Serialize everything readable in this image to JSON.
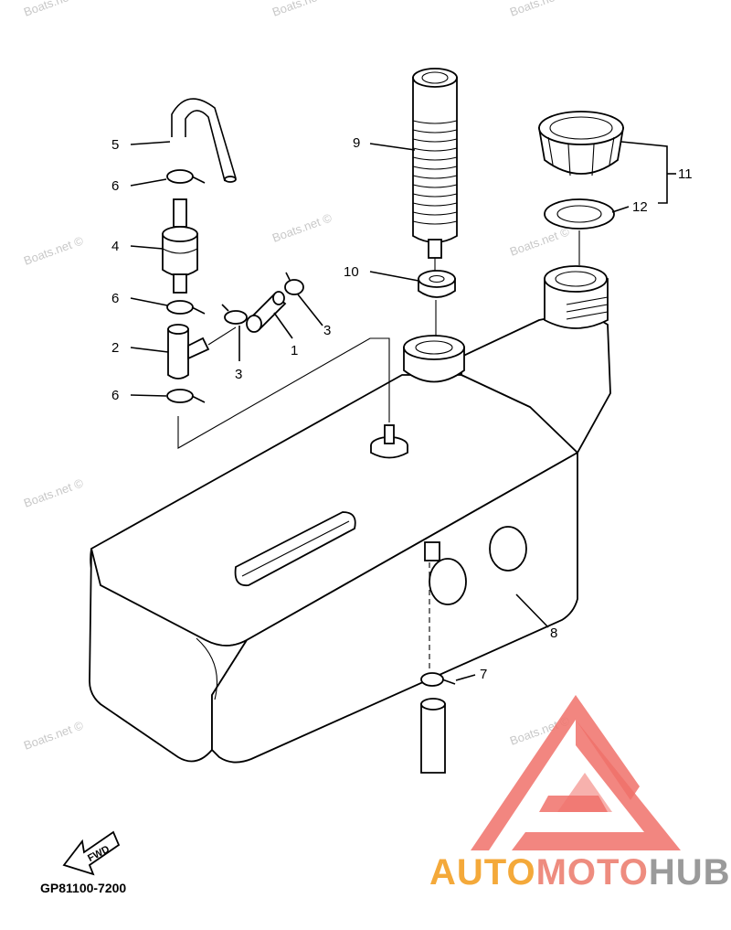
{
  "diagram": {
    "callouts": {
      "c1": "1",
      "c2": "2",
      "c3a": "3",
      "c3b": "3",
      "c4": "4",
      "c5": "5",
      "c6a": "6",
      "c6b": "6",
      "c6c": "6",
      "c7": "7",
      "c8": "8",
      "c9": "9",
      "c10": "10",
      "c11": "11",
      "c12": "12"
    },
    "fwd_label": "FWD",
    "part_code": "GP81100-7200",
    "watermark": "Boats.net ©"
  },
  "brand": {
    "part1": "AUTO",
    "part2": "MOTO",
    "part3": "HUB",
    "color1": "#f4a93a",
    "color2": "#ee8c7f",
    "color3": "#9a9a9a",
    "logo_color": "#f0716a"
  }
}
